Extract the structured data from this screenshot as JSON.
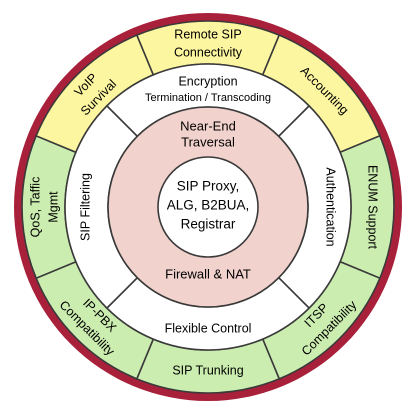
{
  "colors": {
    "border": "#a8203a",
    "ring_outline": "#3a3a3a",
    "outer_yellow": "#fdf6a0",
    "outer_green": "#ccedb0",
    "middle_ring": "#ffffff",
    "inner_ring": "#f1d2cd",
    "center": "#ffffff"
  },
  "outer_segments": [
    {
      "lines": [
        "Remote SIP",
        "Connectivity"
      ],
      "color": "yellow"
    },
    {
      "lines": [
        "Accounting"
      ],
      "color": "yellow"
    },
    {
      "lines": [
        "ENUM Support"
      ],
      "color": "green"
    },
    {
      "lines": [
        "ITSP",
        "Compatibility"
      ],
      "color": "green"
    },
    {
      "lines": [
        "SIP Trunking"
      ],
      "color": "green"
    },
    {
      "lines": [
        "IP-PBX",
        "Compatibility"
      ],
      "color": "green"
    },
    {
      "lines": [
        "QoS, Taffic",
        "Mgmt"
      ],
      "color": "green"
    },
    {
      "lines": [
        "VoIP",
        "Survival"
      ],
      "color": "yellow"
    }
  ],
  "middle_segments": {
    "top": [
      "Encryption",
      "Termination / Transcoding"
    ],
    "right": "Authentication",
    "bottom": "Flexible Control",
    "left": "SIP Filtering"
  },
  "inner_ring": {
    "top": [
      "Near-End",
      "Traversal"
    ],
    "bottom": "Firewall & NAT"
  },
  "center": [
    "SIP Proxy,",
    "ALG, B2BUA,",
    "Registrar"
  ]
}
